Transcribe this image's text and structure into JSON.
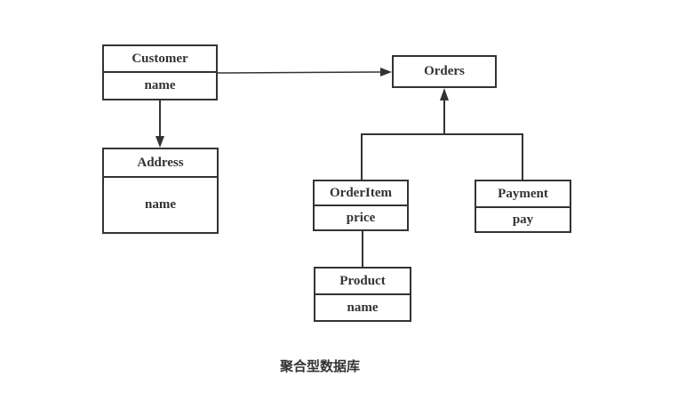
{
  "diagram": {
    "caption": "聚合型数据库",
    "colors": {
      "stroke": "#333333",
      "text": "#333333",
      "background": "#ffffff"
    },
    "entities": [
      {
        "title": "Customer",
        "fields": [
          "name"
        ]
      },
      {
        "title": "Orders",
        "fields": []
      },
      {
        "title": "Address",
        "fields": [
          "name"
        ]
      },
      {
        "title": "OrderItem",
        "fields": [
          "price"
        ]
      },
      {
        "title": "Payment",
        "fields": [
          "pay"
        ]
      },
      {
        "title": "Product",
        "fields": [
          "name"
        ]
      }
    ],
    "relations": [
      {
        "from": "Customer",
        "to": "Orders",
        "style": "arrow"
      },
      {
        "from": "Customer",
        "to": "Address",
        "style": "arrow"
      },
      {
        "from": "OrderItem",
        "to": "Orders",
        "style": "arrow"
      },
      {
        "from": "Payment",
        "to": "Orders",
        "style": "arrow"
      },
      {
        "from": "OrderItem",
        "to": "Product",
        "style": "line"
      }
    ]
  }
}
